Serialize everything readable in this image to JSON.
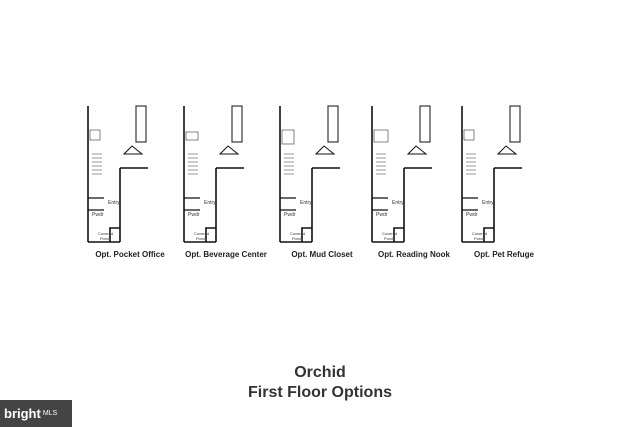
{
  "plans": [
    {
      "caption": "Opt. Pocket Office"
    },
    {
      "caption": "Opt. Beverage Center"
    },
    {
      "caption": "Opt. Mud Closet"
    },
    {
      "caption": "Opt. Reading Nook"
    },
    {
      "caption": "Opt. Pet Refuge"
    }
  ],
  "room_labels": {
    "entry": "Entry",
    "pwdr": "Pwdr",
    "covered": "Covered",
    "porch": "Porch"
  },
  "title": {
    "line1": "Orchid",
    "line2": "First Floor Options"
  },
  "watermark": {
    "brand": "bright",
    "suffix": "MLS"
  }
}
